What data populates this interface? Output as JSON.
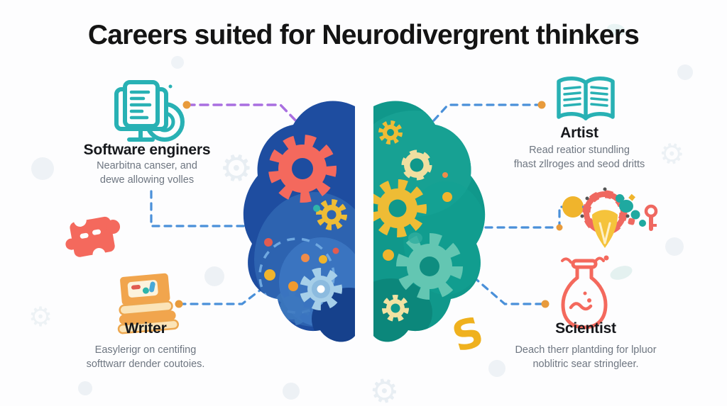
{
  "title": "Careers suited for Neurodivergrent thinkers",
  "careers": {
    "software": {
      "label": "Software enginers",
      "desc1": "Nearbitna canser, and",
      "desc2": "dewe allowing volles"
    },
    "artist": {
      "label": "Artist",
      "desc1": "Read reatior stundling",
      "desc2": "fhast zllroges and seod dritts"
    },
    "writer": {
      "label": "Writer",
      "desc1": "Easylerigr on centifing",
      "desc2": "softtwarr dender coutoies."
    },
    "scientist": {
      "label": "Scientist",
      "desc1": "Deach therr plantding for lpluor",
      "desc2": "noblitric sear stringleer."
    }
  },
  "decor": {
    "dollar_glyph": "S"
  },
  "icons": {
    "software_icon": "computer-code-monitor-icon",
    "artist_icon": "open-book-icon",
    "writer_icon": "books-stack-icon",
    "scientist_icon": "flask-icon",
    "left_accent": "puzzle-piece-icon",
    "right_accent": "lightbulb-gear-icon",
    "center_illustration": "brain-with-gears",
    "money_accent": "dollar-squiggle"
  },
  "colors": {
    "brain_left": "#1e4da0",
    "brain_right": "#10988b",
    "coral": "#f4695d",
    "yellow": "#f0b42c",
    "teal_icon": "#28b1b4",
    "light_blue_gear": "#a6cfe9",
    "connector_blue": "#4a90d9",
    "connector_purple": "#a96fe0",
    "books_orange": "#f1a54d",
    "text_dark": "#16181c",
    "text_gray": "#6e7681"
  }
}
